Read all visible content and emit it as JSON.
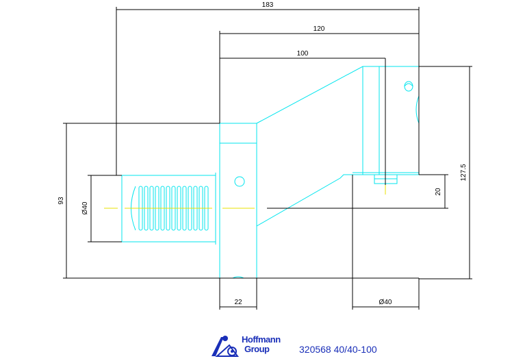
{
  "dimensions": {
    "overall_length": "183",
    "length_120": "120",
    "length_100": "100",
    "height_127_5": "127.5",
    "height_93": "93",
    "dia_shank": "Ø40",
    "offset_20": "20",
    "flange_width": "22",
    "dia_bore": "Ø40"
  },
  "title_block": {
    "logo_line1": "Hoffmann",
    "logo_line2": "Group",
    "part_number": "320568 40/40-100"
  },
  "colors": {
    "outline": "#00e5ee",
    "centerline": "#e8e000",
    "dimension": "#000000",
    "brand": "#1a2fb8"
  }
}
